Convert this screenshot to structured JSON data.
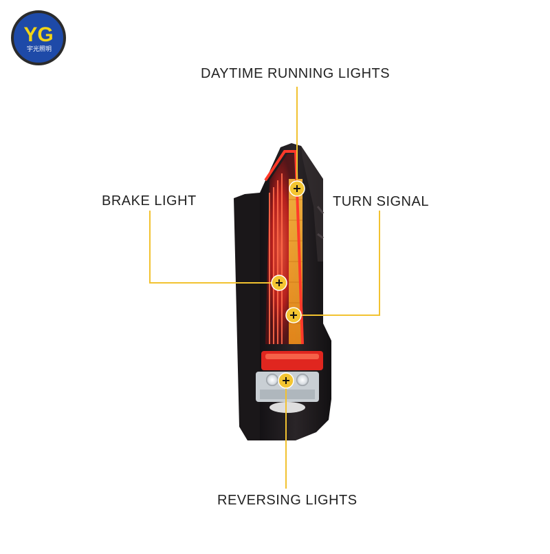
{
  "logo": {
    "monogram": "YG",
    "text": "宇光照明"
  },
  "callouts": {
    "daytime_running_lights": "DAYTIME RUNNING LIGHTS",
    "brake_light": "BRAKE LIGHT",
    "turn_signal": "TURN SIGNAL",
    "reversing_lights": "REVERSING LIGHTS"
  },
  "colors": {
    "leader_line": "#f2c230",
    "marker_fill": "#f4c531",
    "lamp_housing": "#1c1a1d",
    "brake_red": "#d8201c",
    "turn_amber": "#f2a020",
    "logo_blue": "#1e4aa8",
    "logo_yellow": "#f2d416"
  },
  "icons": {
    "marker": "plus-in-circle-icon",
    "brand": "logo-badge"
  }
}
